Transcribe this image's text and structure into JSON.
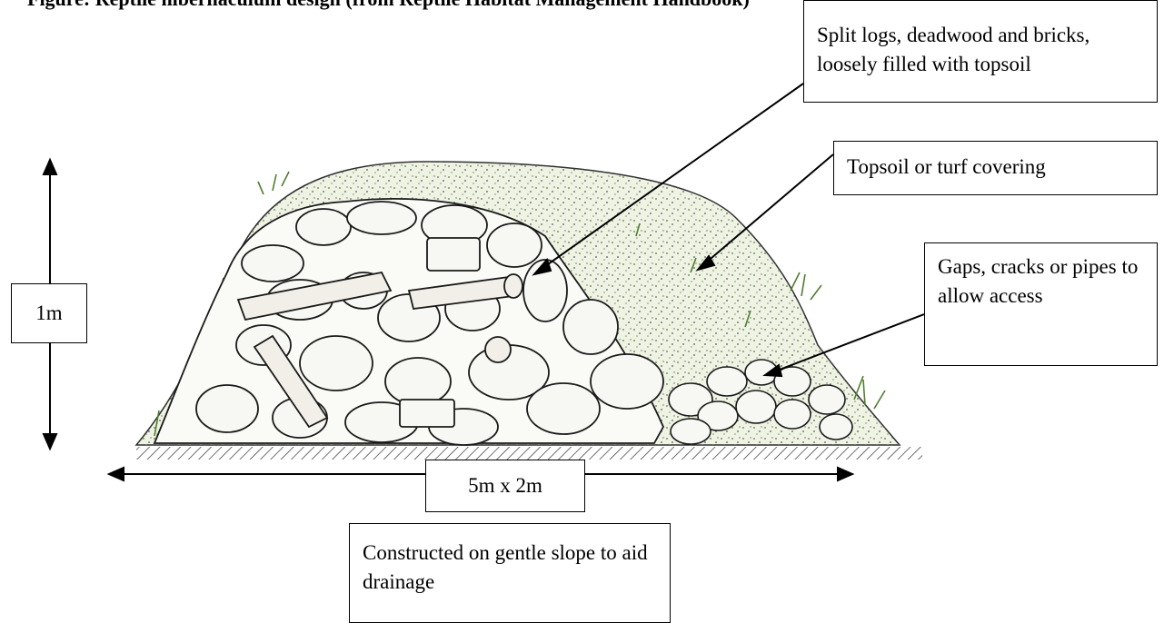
{
  "caption": "Figure: Reptile hibernaculum design (from Reptile Habitat Management Handbook)",
  "labels": {
    "logs": "Split logs, deadwood and bricks, loosely filled with topsoil",
    "turf": "Topsoil or turf covering",
    "gaps": "Gaps, cracks or pipes to allow access",
    "height": "1m",
    "size": "5m x 2m",
    "slope": "Constructed on gentle slope to aid drainage"
  },
  "colors": {
    "ink": "#000000",
    "grass": "#5a8a3a",
    "mound": "#e8efd9",
    "stone": "#f4f4f0"
  }
}
